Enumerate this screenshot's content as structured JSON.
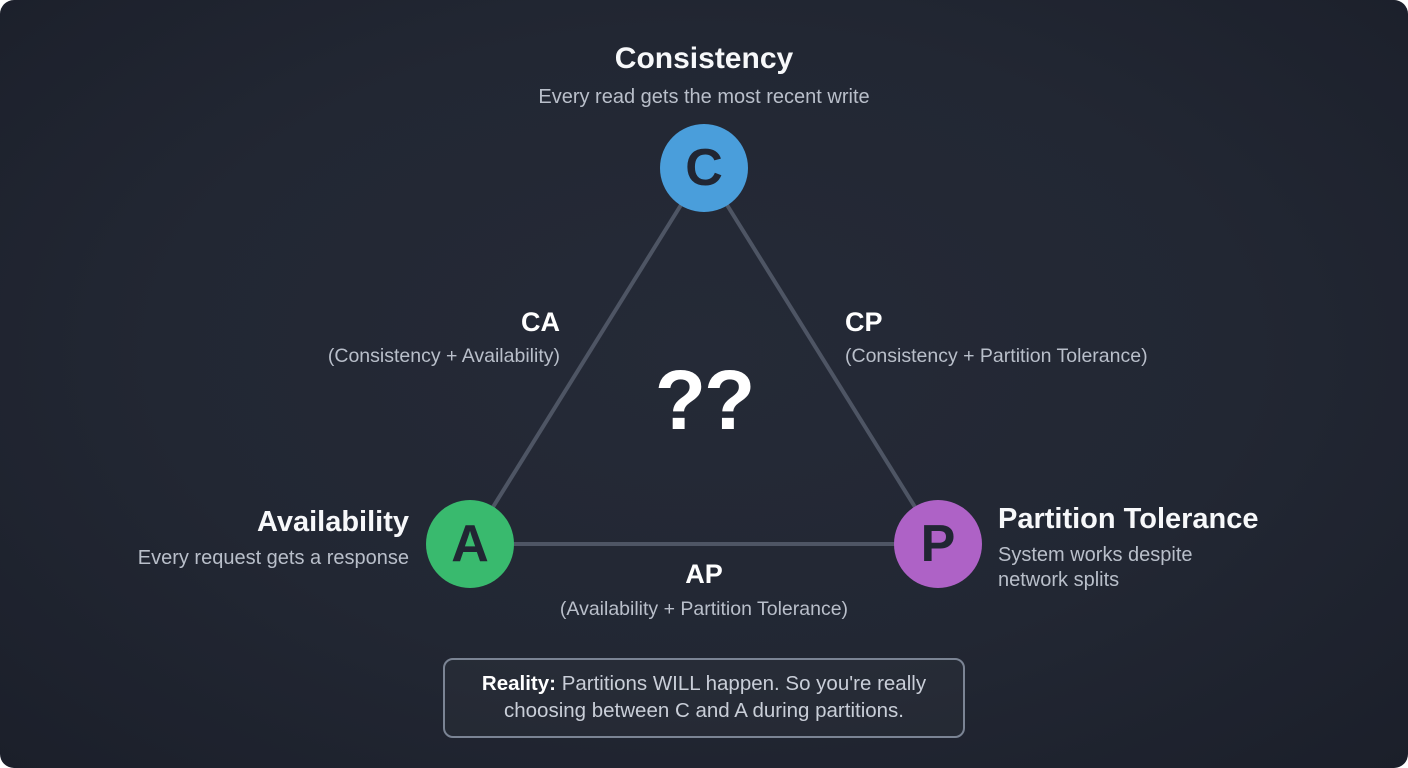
{
  "diagram": {
    "center_symbol": "??",
    "vertices": [
      {
        "id": "consistency",
        "letter": "C",
        "title": "Consistency",
        "subtitle": "Every read gets the most recent write",
        "color": "#4a9edb"
      },
      {
        "id": "availability",
        "letter": "A",
        "title": "Availability",
        "subtitle": "Every request gets a response",
        "color": "#39ba6e"
      },
      {
        "id": "partition-tolerance",
        "letter": "P",
        "title": "Partition Tolerance",
        "subtitle": "System works despite network splits",
        "color": "#ae62c6"
      }
    ],
    "edges": [
      {
        "id": "ca",
        "label": "CA",
        "description": "(Consistency + Availability)"
      },
      {
        "id": "cp",
        "label": "CP",
        "description": "(Consistency + Partition Tolerance)"
      },
      {
        "id": "ap",
        "label": "AP",
        "description": "(Availability + Partition Tolerance)"
      }
    ],
    "note": {
      "label": "Reality:",
      "text": "Partitions WILL happen. So you're really choosing between C and A during partitions."
    },
    "colors": {
      "background": "#222733",
      "edge_line": "#4e5564",
      "title_text": "#f7f8fa",
      "muted_text": "#b9bfca",
      "note_border": "#7b8494",
      "circle_letter": "#212633"
    }
  }
}
